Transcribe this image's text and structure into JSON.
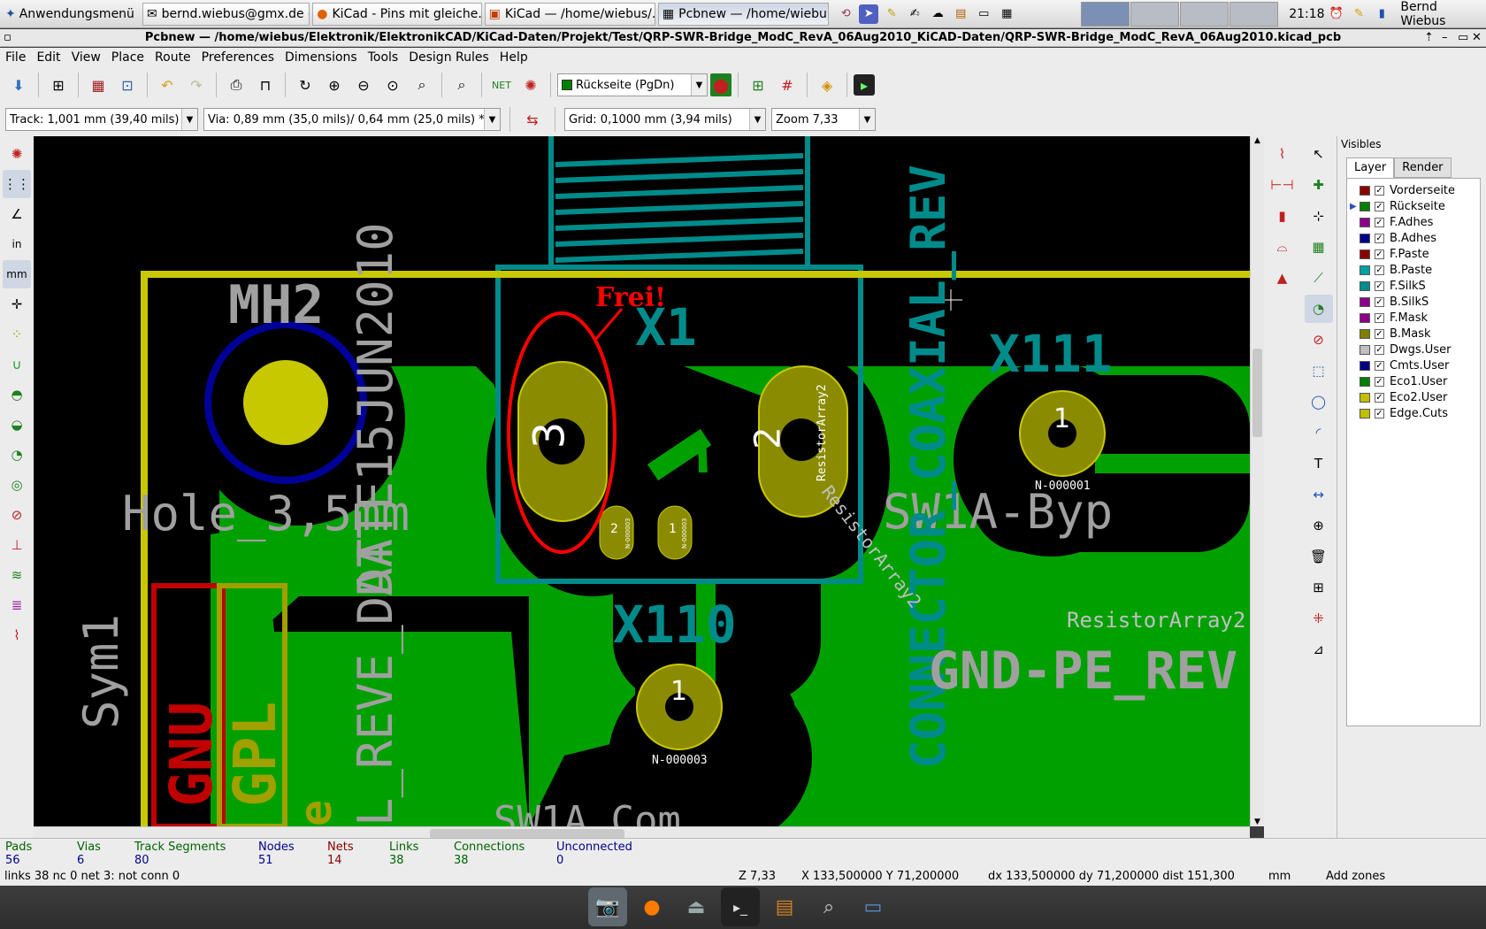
{
  "taskbar": {
    "menu_label": "Anwendungsmenü",
    "tasks": [
      {
        "label": "bernd.wiebus@gmx.de -..."
      },
      {
        "label": "KiCad - Pins mit gleiche..."
      },
      {
        "label": "KiCad — /home/wiebus/..."
      },
      {
        "label": "Pcbnew — /home/wiebu..."
      }
    ],
    "clock": "21:18",
    "user": "Bernd Wiebus"
  },
  "window": {
    "title": "Pcbnew — /home/wiebus/Elektronik/ElektronikCAD/KiCad-Daten/Projekt/Test/QRP-SWR-Bridge_ModC_RevA_06Aug2010_KiCAD-Daten/QRP-SWR-Bridge_ModC_RevA_06Aug2010.kicad_pcb"
  },
  "menu": [
    "File",
    "Edit",
    "View",
    "Place",
    "Route",
    "Preferences",
    "Dimensions",
    "Tools",
    "Design Rules",
    "Help"
  ],
  "toolbar": {
    "layer_select": "Rückseite (PgDn)",
    "track": "Track: 1,001 mm (39,40 mils)",
    "via": "Via: 0,89 mm (35,0 mils)/ 0,64 mm (25,0 mils) *",
    "grid": "Grid: 0,1000 mm (3,94 mils)",
    "zoom": "Zoom 7,33",
    "left_units_in": "in",
    "left_units_mm": "mm"
  },
  "pcb": {
    "labels": {
      "mh2": "MH2",
      "hole": "Hole_3,5mm",
      "date": "DATE15JUN2010",
      "reve": "L_REVE_DAT",
      "frei": "Frei!",
      "x1": "X1",
      "x111": "X111",
      "x110": "X110",
      "sw1a_byp": "SW1A-Byp",
      "connector": "CONNECTOR_COAXIAL_REV",
      "resistor1": "ResistorArray2",
      "resistor2": "ResistorArray2",
      "resistor3": "ResistorArray2",
      "gnd_pe": "GND-PE_REV",
      "sym1": "Sym1",
      "gnu": "GNU",
      "gpl": "GPL",
      "e": "e",
      "sw1a_com": "SW1A_Com",
      "pad3": "3",
      "pad2": "2",
      "pad1_x111": "1",
      "pad1_x110": "1",
      "net1": "N-000001",
      "net3": "N-000003",
      "small_pad2": "2",
      "small_pad1": "1",
      "small_net_a": "N-000003",
      "small_net_b": "N-000003"
    }
  },
  "visibles": {
    "title": "Visibles",
    "tabs": [
      "Layer",
      "Render"
    ],
    "layers": [
      {
        "name": "Vorderseite",
        "color": "#8b0000"
      },
      {
        "name": "Rückseite",
        "color": "#008000"
      },
      {
        "name": "F.Adhes",
        "color": "#8b008b"
      },
      {
        "name": "B.Adhes",
        "color": "#00008b"
      },
      {
        "name": "F.Paste",
        "color": "#8b0000"
      },
      {
        "name": "B.Paste",
        "color": "#00a0a0"
      },
      {
        "name": "F.SilkS",
        "color": "#008b8b"
      },
      {
        "name": "B.SilkS",
        "color": "#8b008b"
      },
      {
        "name": "F.Mask",
        "color": "#8b008b"
      },
      {
        "name": "B.Mask",
        "color": "#808000"
      },
      {
        "name": "Dwgs.User",
        "color": "#c0c0c0"
      },
      {
        "name": "Cmts.User",
        "color": "#000080"
      },
      {
        "name": "Eco1.User",
        "color": "#008000"
      },
      {
        "name": "Eco2.User",
        "color": "#c0c000"
      },
      {
        "name": "Edge.Cuts",
        "color": "#c0c000"
      }
    ]
  },
  "status": {
    "cols": [
      {
        "label": "Pads",
        "value": "56",
        "color": "#006400"
      },
      {
        "label": "Vias",
        "value": "6",
        "color": "#006400"
      },
      {
        "label": "Track Segments",
        "value": "80",
        "color": "#006400"
      },
      {
        "label": "Nodes",
        "value": "51",
        "color": "#00008b"
      },
      {
        "label": "Nets",
        "value": "14",
        "color": "#8b0000"
      },
      {
        "label": "Links",
        "value": "38",
        "color": "#006400"
      },
      {
        "label": "Connections",
        "value": "38",
        "color": "#006400"
      },
      {
        "label": "Unconnected",
        "value": "0",
        "color": "#00008b"
      }
    ],
    "msg": "links 38 nc 0  net 3: not conn 0",
    "zoom": "Z 7,33",
    "xy": "X 133,500000  Y 71,200000",
    "dxy": "dx 133,500000  dy 71,200000  dist 151,300",
    "units": "mm",
    "mode": "Add zones"
  }
}
